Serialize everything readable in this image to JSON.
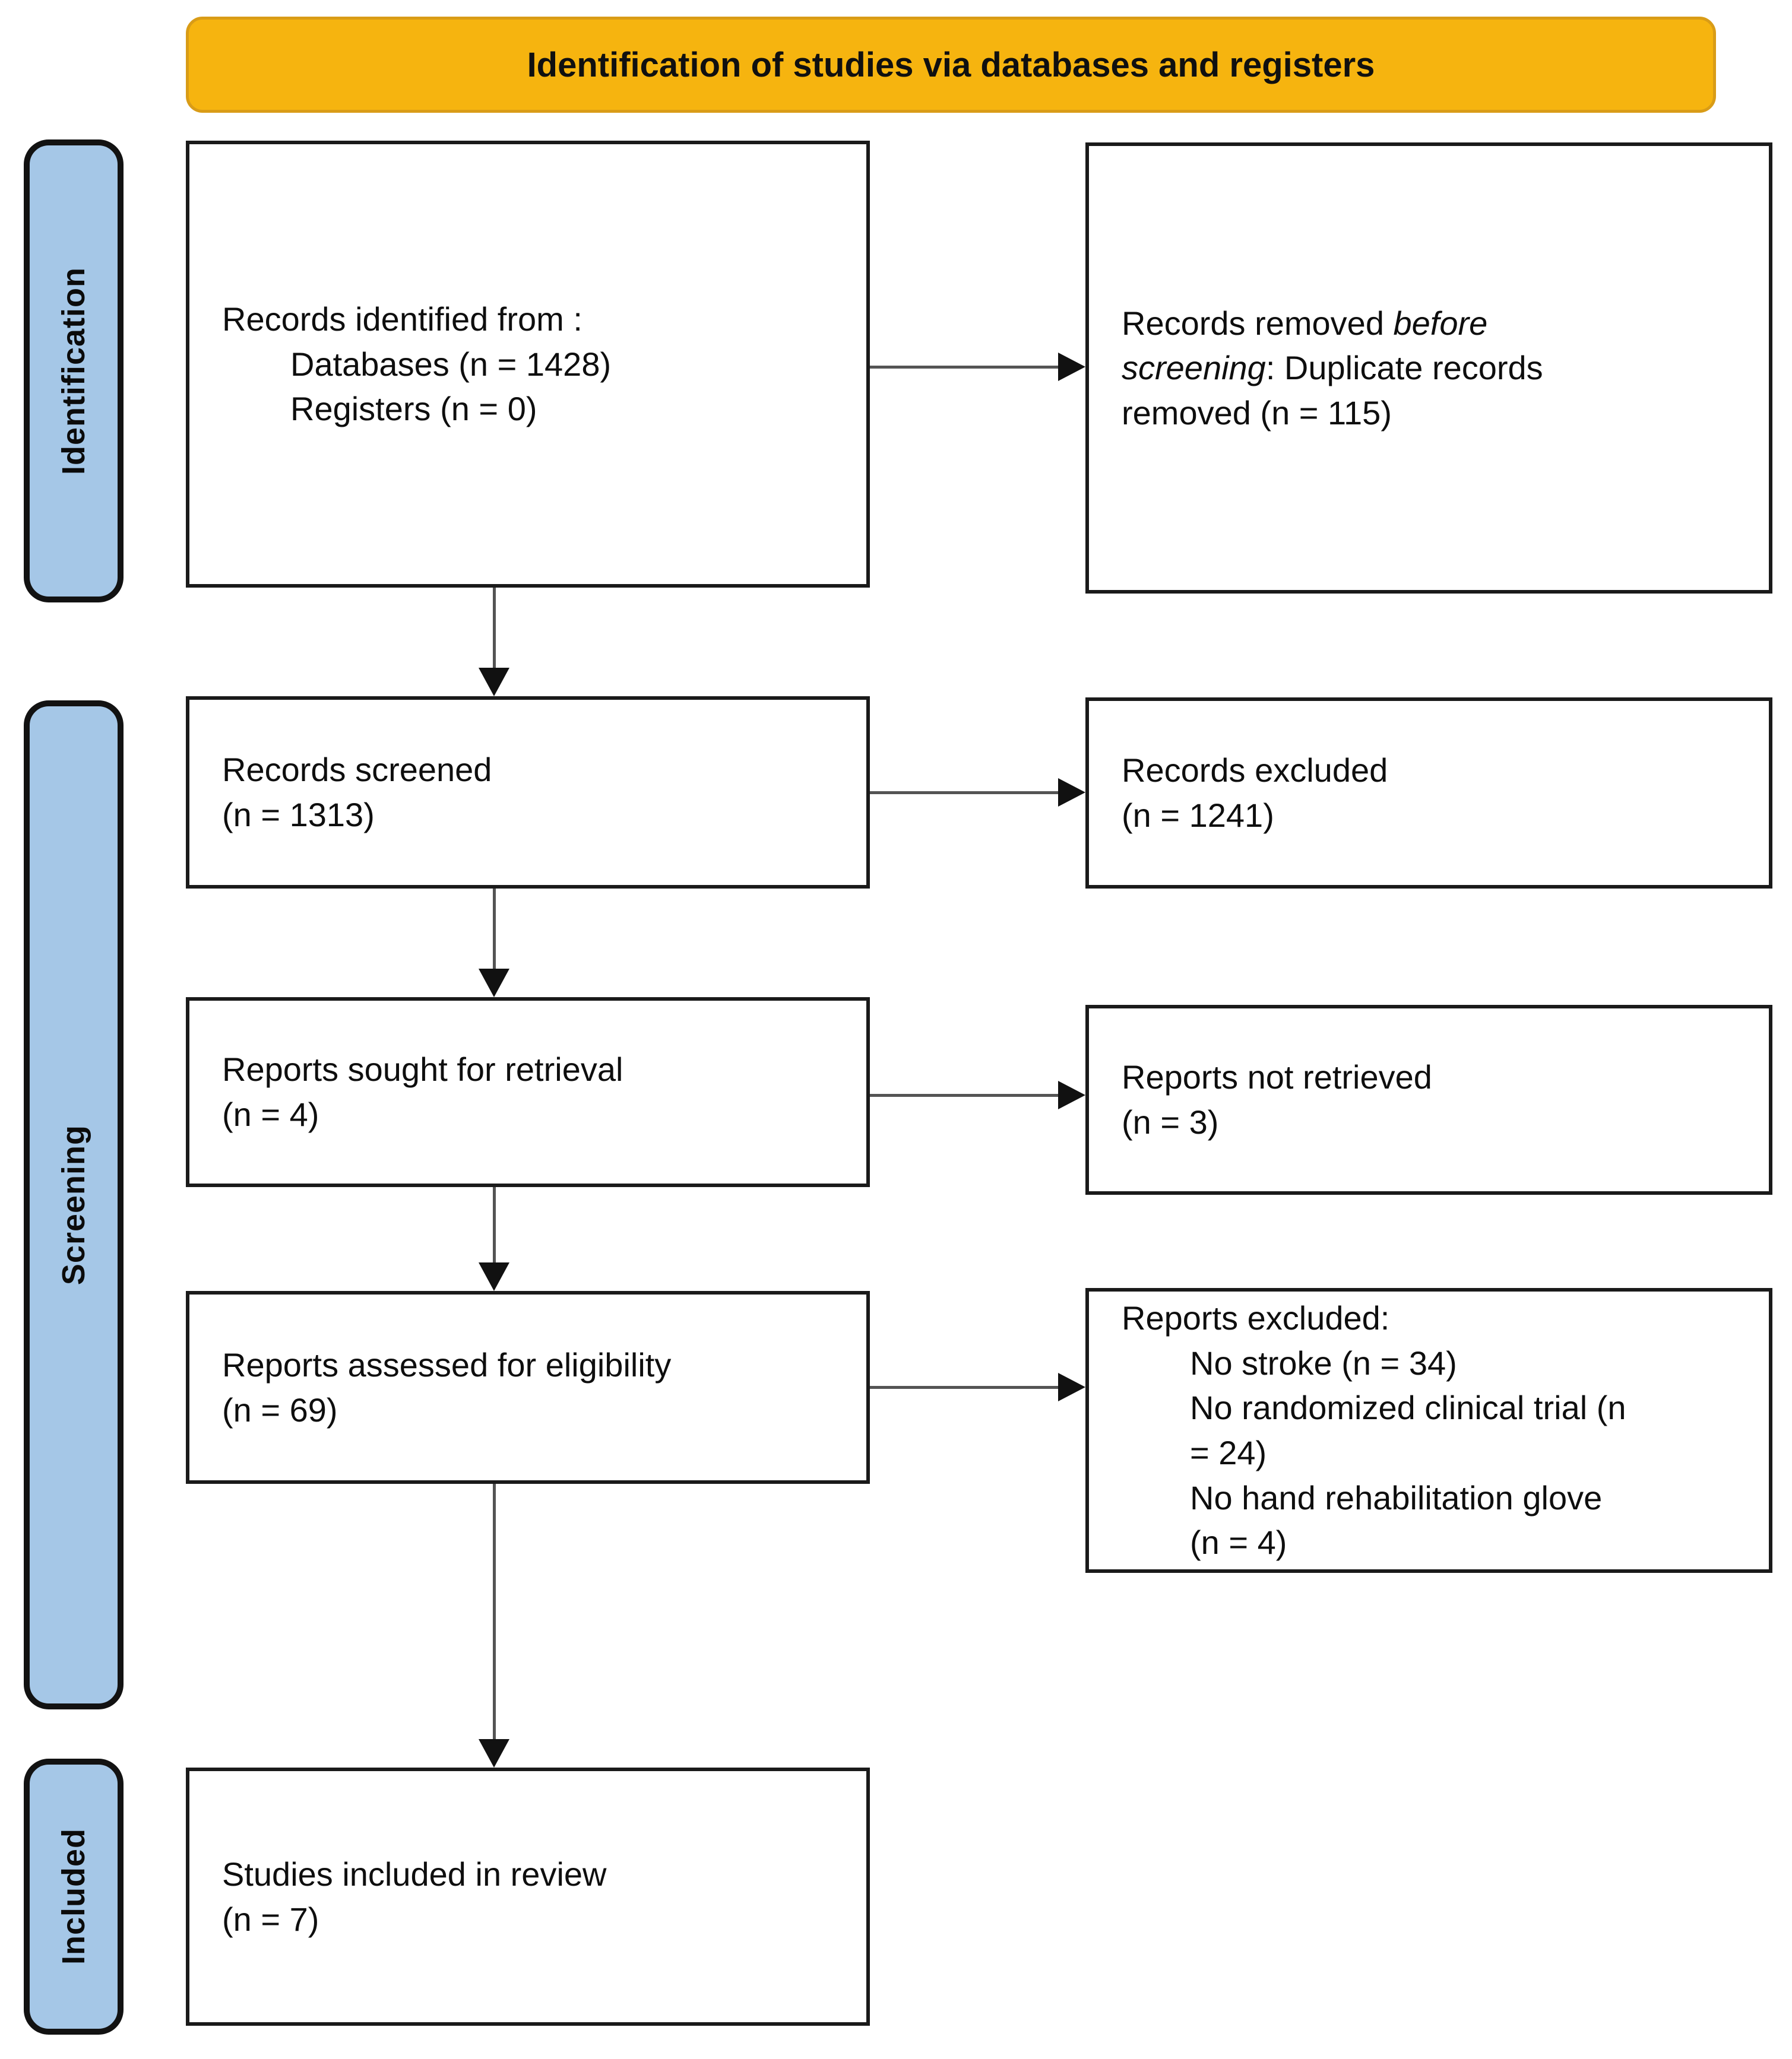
{
  "banner": {
    "title": "Identification of studies via databases and registers"
  },
  "stages": [
    {
      "label": "Identification"
    },
    {
      "label": "Screening"
    },
    {
      "label": "Included"
    }
  ],
  "flow": {
    "identified": {
      "line1": "Records identified from :",
      "items": [
        "Databases (n = 1428)",
        "Registers (n = 0)"
      ]
    },
    "removed": {
      "prefix": "Records removed ",
      "italic": "before screening",
      "suffix": ": Duplicate records removed (n = 115)"
    },
    "screened": {
      "line1": "Records screened",
      "line2": "(n = 1313)"
    },
    "excluded": {
      "line1": "Records excluded",
      "line2": "(n = 1241)"
    },
    "sought": {
      "line1": "Reports sought for retrieval",
      "line2": "(n = 4)"
    },
    "not_retrieved": {
      "line1": "Reports not retrieved",
      "line2": "(n = 3)"
    },
    "assessed": {
      "line1": "Reports assessed for eligibility",
      "line2": "(n = 69)"
    },
    "reports_excluded": {
      "line1": "Reports excluded:",
      "items": [
        "No stroke (n = 34)",
        "No randomized clinical trial (n = 24)",
        "No hand rehabilitation glove (n = 4)"
      ]
    },
    "included": {
      "line1": "Studies included in review",
      "line2": "(n = 7)"
    }
  },
  "colors": {
    "banner_bg": "#F6B40F",
    "banner_border": "#D99C17",
    "stage_bg": "#A5C7E7",
    "box_border": "#1A1A1A",
    "arrow": "#545454"
  }
}
